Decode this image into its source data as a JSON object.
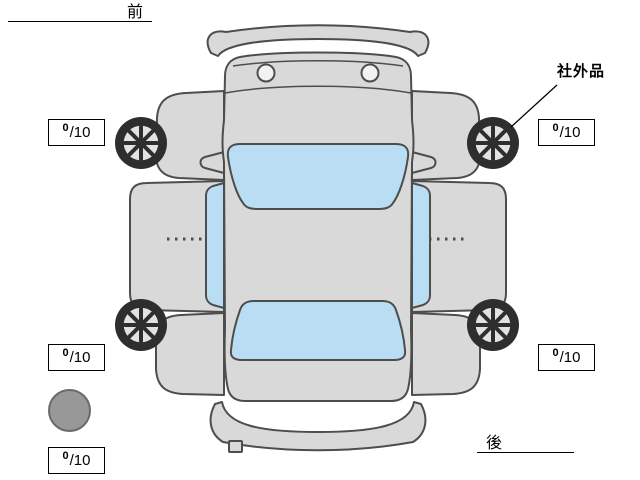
{
  "labels": {
    "front": "前",
    "rear": "後",
    "aftermarket_part": "社外品"
  },
  "scores": [
    {
      "position": "front-left",
      "value": "0",
      "max": "/10"
    },
    {
      "position": "front-right",
      "value": "0",
      "max": "/10"
    },
    {
      "position": "rear-left",
      "value": "0",
      "max": "/10"
    },
    {
      "position": "rear-right",
      "value": "0",
      "max": "/10"
    },
    {
      "position": "bottom",
      "value": "0",
      "max": "/10"
    }
  ],
  "colors": {
    "background": "#ffffff",
    "body_fill": "#d9d9d9",
    "outline": "#4d4d4d",
    "glass_fill": "#b9def3",
    "wheel_dark": "#2e2e2e",
    "rim_fill": "#e2e2e2",
    "spare_fill": "#989898",
    "box_border": "#000000"
  }
}
